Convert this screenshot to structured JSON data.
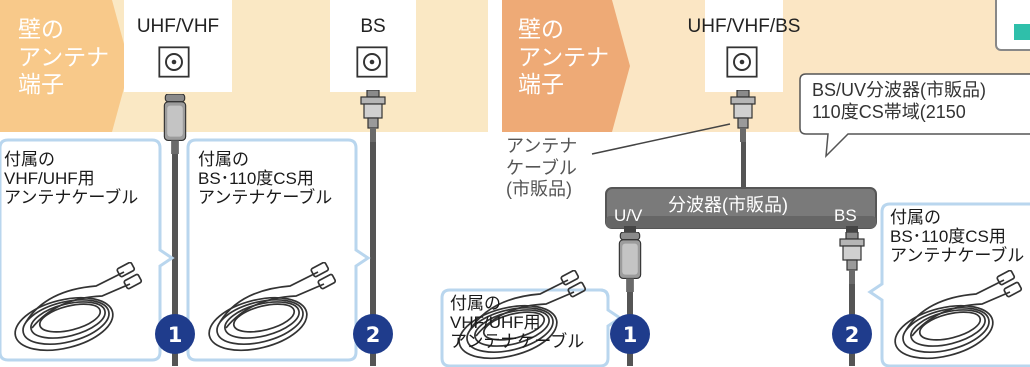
{
  "colors": {
    "wall_left": "#fae8c4",
    "wall_right": "#fbe6c4",
    "chevron_left": "#f8c98a",
    "chevron_right": "#eeaa76",
    "bubble_border": "#b9d6ee",
    "badge": "#1f3c8c",
    "splitter": "#7a7a7a",
    "splitter_edge": "#565656",
    "cable": "#555555"
  },
  "left_panel": {
    "wall_label": "壁の\nアンテナ\n端子",
    "ports": [
      {
        "label": "UHF/VHF",
        "icon": "antenna-socket-icon"
      },
      {
        "label": "BS",
        "icon": "antenna-socket-icon"
      }
    ],
    "bubbles": [
      {
        "text": "付属の\nVHF/UHF用\nアンテナケーブル",
        "icon": "coiled-cable-icon"
      },
      {
        "text": "付属の\nBS･110度CS用\nアンテナケーブル",
        "icon": "coiled-cable-icon"
      }
    ],
    "badges": [
      "1",
      "2"
    ]
  },
  "right_panel": {
    "wall_label": "壁の\nアンテナ\n端子",
    "port": {
      "label": "UHF/VHF/BS",
      "icon": "antenna-socket-icon"
    },
    "callout": "BS/UV分波器(市販品)\n110度CS帯域(2150",
    "cable_note": "アンテナ\nケーブル\n(市販品)",
    "splitter": {
      "label": "分波器(市販品)",
      "left_port": "U/V",
      "right_port": "BS"
    },
    "bubbles": [
      {
        "text": "付属の\nVHF/UHF用\nアンテナケーブル",
        "icon": "coiled-cable-icon"
      },
      {
        "text": "付属の\nBS･110度CS用\nアンテナケーブル",
        "icon": "coiled-cable-icon"
      }
    ],
    "badges": [
      "1",
      "2"
    ]
  }
}
